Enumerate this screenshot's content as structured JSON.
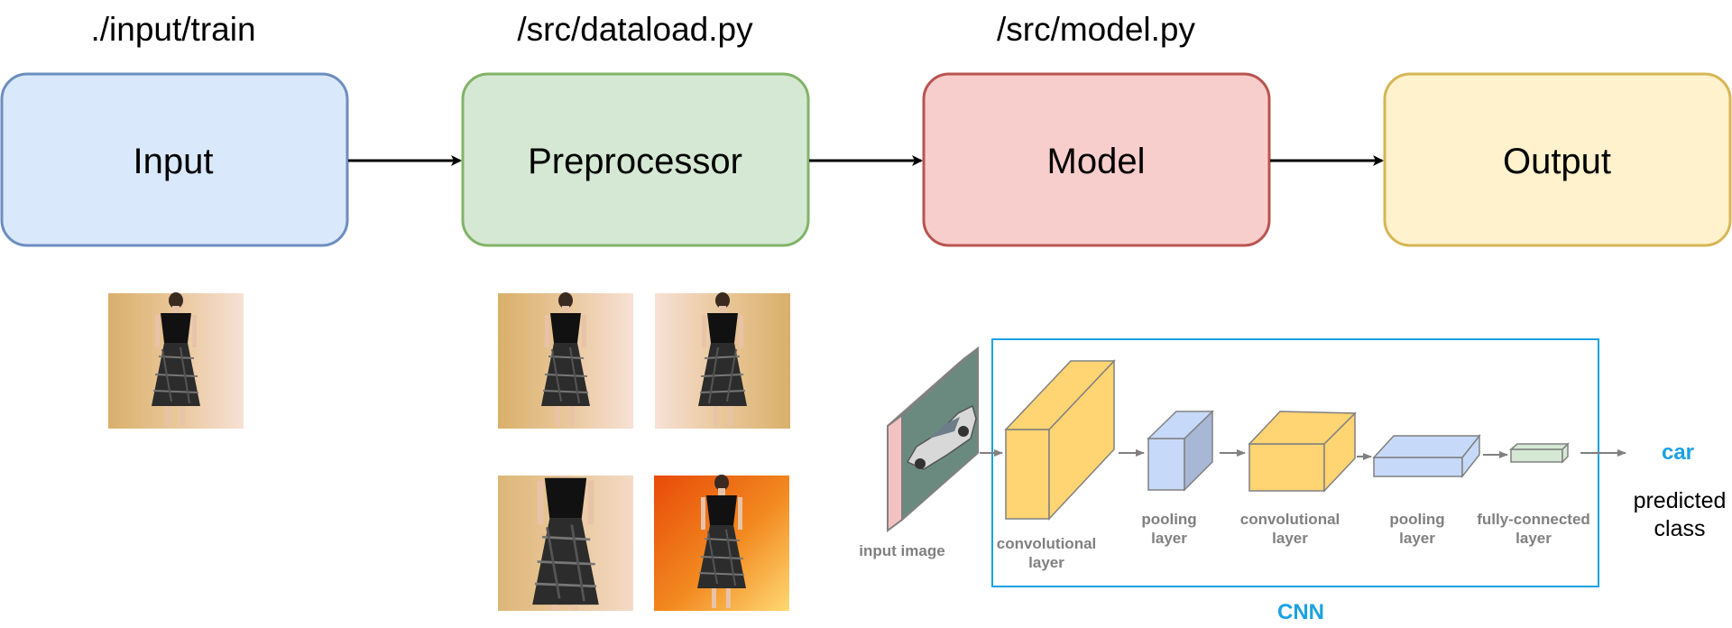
{
  "paths": {
    "input": "./input/train",
    "preprocessor": "/src/dataload.py",
    "model": "/src/model.py"
  },
  "stages": {
    "input": "Input",
    "preprocessor": "Preprocessor",
    "model": "Model",
    "output": "Output"
  },
  "colors": {
    "input_fill": "#dae8fc",
    "input_stroke": "#6c8ebf",
    "pre_fill": "#d5e8d4",
    "pre_stroke": "#82b366",
    "model_fill": "#f8cecc",
    "model_stroke": "#b85450",
    "output_fill": "#fff2cc",
    "output_stroke": "#d6b656",
    "cnn_accent": "#1BA1E2"
  },
  "cnn": {
    "title": "CNN",
    "input_image": "input image",
    "conv1": [
      "convolutional",
      "layer"
    ],
    "pool1": [
      "pooling",
      "layer"
    ],
    "conv2": [
      "convolutional",
      "layer"
    ],
    "pool2": [
      "pooling",
      "layer"
    ],
    "fc": [
      "fully-connected",
      "layer"
    ],
    "predicted_value": "car",
    "predicted_label": [
      "predicted",
      "class"
    ]
  }
}
